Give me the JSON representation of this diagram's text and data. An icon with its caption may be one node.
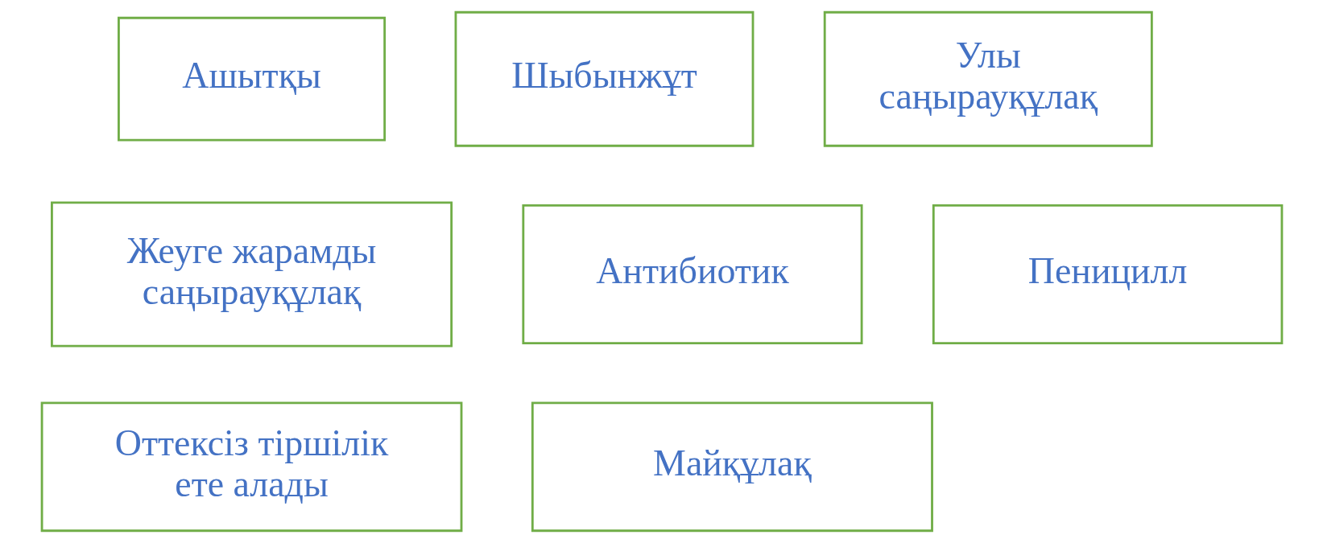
{
  "diagram": {
    "nodes": [
      {
        "text": [
          "Ашытқы"
        ]
      },
      {
        "text": [
          "Шыбынжұт"
        ]
      },
      {
        "text": [
          "Улы саңырауқұлақ"
        ]
      },
      {
        "text": [
          "Жеуге жарамды саңырауқұлақ"
        ]
      },
      {
        "text": [
          "Антибиотик"
        ]
      },
      {
        "text": [
          "Пеницилл"
        ]
      },
      {
        "text": [
          "Оттексіз тіршілік ете алады"
        ]
      },
      {
        "text": [
          "Майқұлақ"
        ]
      }
    ]
  }
}
